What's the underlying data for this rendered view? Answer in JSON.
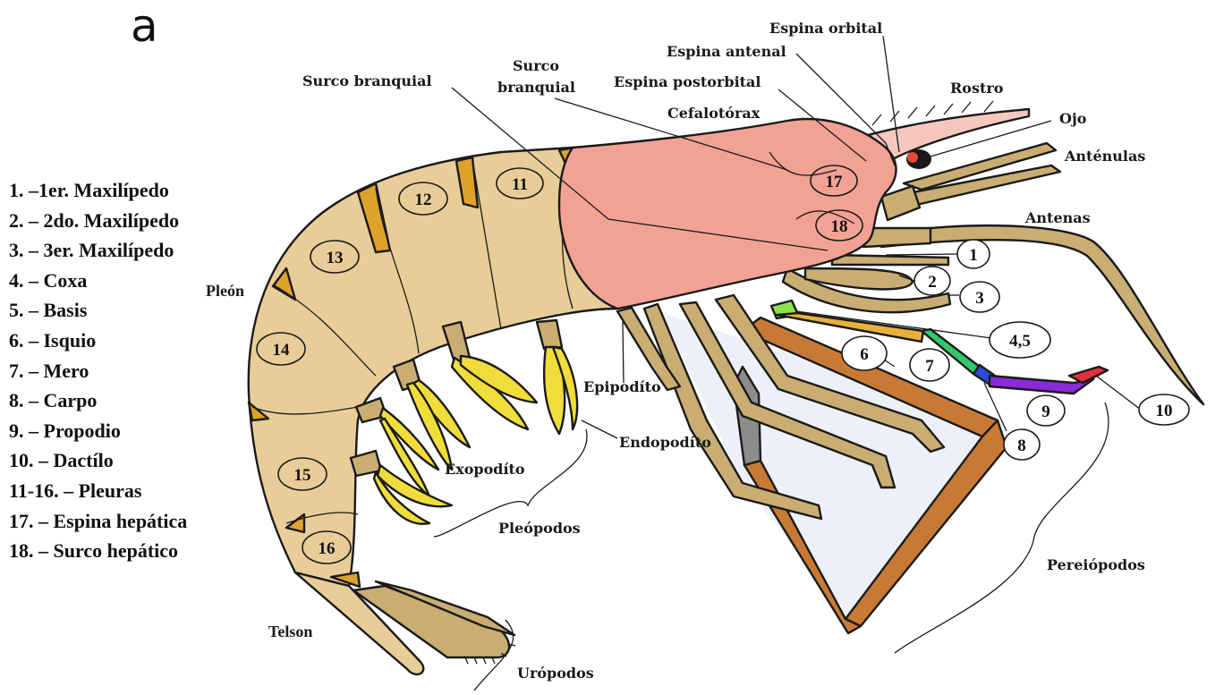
{
  "panel_letter": "a",
  "legend": [
    "1. –1er. Maxilípedo",
    "2. – 2do. Maxilípedo",
    "3. – 3er. Maxilípedo",
    "4. – Coxa",
    "5. – Basis",
    "6. – Isquio",
    "7. – Mero",
    "8. – Carpo",
    "9. – Propodio",
    "10. – Dactílo",
    "11-16. – Pleuras",
    "17. – Espina hepática",
    "18. – Surco hepático"
  ],
  "labels": {
    "espina_orbital": "Espina orbital",
    "espina_antenal": "Espina antenal",
    "espina_postorbital": "Espina postorbital",
    "surco_branquial_1": "Surco branquial",
    "surco_branquial_2a": "Surco",
    "surco_branquial_2b": "branquial",
    "cefalotorax": "Cefalotórax",
    "rostro": "Rostro",
    "ojo": "Ojo",
    "antenulas": "Anténulas",
    "antenas": "Antenas",
    "pleon": "Pleón",
    "epipodito": "Epipodíto",
    "endopodito": "Endopodíto",
    "exopodito": "Exopodíto",
    "pleopodos": "Pleópodos",
    "pereiopodos": "Pereiópodos",
    "telson": "Telson",
    "uropodos": "Urópodos"
  },
  "numbers": {
    "n1": "1",
    "n2": "2",
    "n3": "3",
    "n45": "4,5",
    "n6": "6",
    "n7": "7",
    "n8": "8",
    "n9": "9",
    "n10": "10",
    "n11": "11",
    "n12": "12",
    "n13": "13",
    "n14": "14",
    "n15": "15",
    "n16": "16",
    "n17": "17",
    "n18": "18"
  },
  "colors": {
    "carapace": "#f2a294",
    "rostrum": "#f6c7bd",
    "abdomen": "#e8cd98",
    "pleura_joint": "#dea12a",
    "pleopod": "#f0dc3a",
    "appendage": "#c9ad72",
    "leg_brown": "#c87a35",
    "coxa_basis": "#8ee14a",
    "merus": "#2fc96a",
    "carpus": "#2a4bd8",
    "propodus": "#8a2ad8",
    "dactyl": "#e0303a",
    "shaded": "#8c8c8c",
    "membrane": "#eef0f8"
  }
}
